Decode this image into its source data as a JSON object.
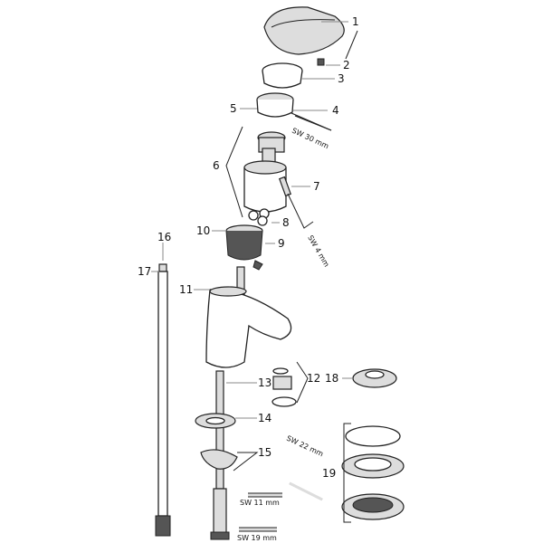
{
  "diagram": {
    "part_numbers": [
      "1",
      "2",
      "3",
      "4",
      "5",
      "6",
      "7",
      "8",
      "9",
      "10",
      "11",
      "12",
      "13",
      "14",
      "15",
      "16",
      "17",
      "18",
      "19"
    ],
    "wrench_labels": {
      "sw30": "SW 30 mm",
      "sw4": "SW 4 mm",
      "sw22": "SW 22 mm",
      "sw11": "SW 11 mm",
      "sw19": "SW 19 mm"
    }
  }
}
